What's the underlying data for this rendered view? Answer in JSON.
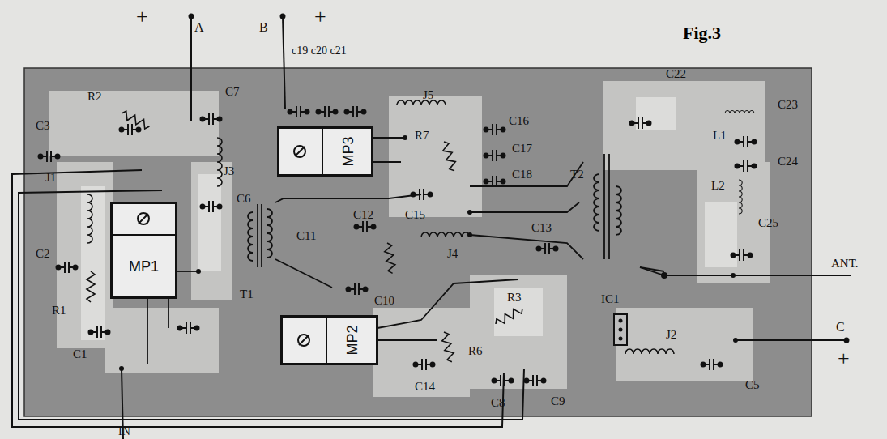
{
  "diagram": {
    "title": "Fig.3",
    "nodes": [
      {
        "text": [
          "MP3"
        ]
      },
      {
        "text": [
          "MP1"
        ]
      },
      {
        "text": [
          "MP2"
        ]
      }
    ],
    "labels": [
      "+",
      "A",
      "B",
      "+",
      "c19 c20 c21",
      "R2",
      "C7",
      "J5",
      "C22",
      "C3",
      "C16",
      "R7",
      "C17",
      "C18",
      "C23",
      "L1",
      "C24",
      "J3",
      "C6",
      "T2",
      "L2",
      "J1",
      "C12",
      "C15",
      "C25",
      "C11",
      "C13",
      "J4",
      "ANT.",
      "C2",
      "T1",
      "R1",
      "C10",
      "R3",
      "IC1",
      "C",
      "+",
      "C1",
      "R6",
      "C14",
      "C8",
      "C9",
      "J2",
      "C5",
      "IN"
    ]
  }
}
